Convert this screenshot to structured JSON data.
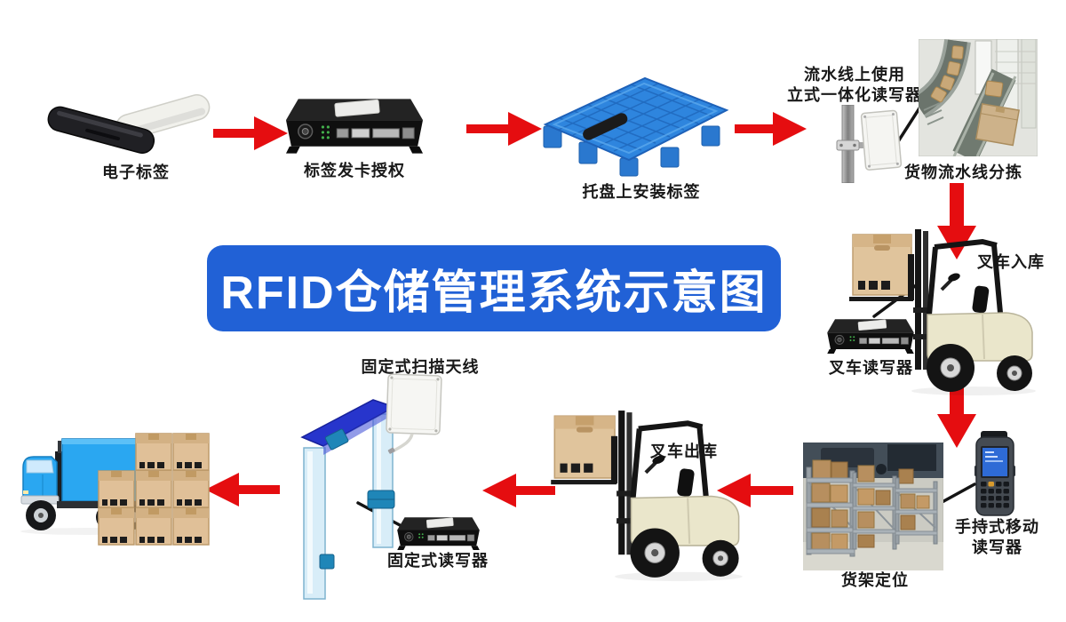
{
  "title": {
    "text": "RFID仓储管理系统示意图"
  },
  "colors": {
    "arrow_red": "#e50d10",
    "banner_background": "#2161d6",
    "banner_text": "#ffffff",
    "label_text": "#191919",
    "pallet_blue": "#2e85de",
    "truck_blue": "#2aa7f1",
    "gate_light_blue": "#d8edf8",
    "gate_beam_blue": "#2735cc",
    "clamp_teal": "#1f86b8",
    "carton_tan": "#e0c098",
    "forklift_body_cream": "#eae6cb",
    "reader_black": "#111111",
    "handheld_screen_blue": "#2e6bd6"
  },
  "nodes": {
    "electronic_tag": {
      "label": "电子标签"
    },
    "tag_issuer": {
      "label": "标签发卡授权"
    },
    "pallet": {
      "label": "托盘上安装标签"
    },
    "inline_reader": {
      "label_line1": "流水线上使用",
      "label_line2": "立式一体化读写器"
    },
    "conveyor_sorting": {
      "label": "货物流水线分拣"
    },
    "forklift_inbound": {
      "label": "叉车入库"
    },
    "forklift_reader": {
      "label": "叉车读写器"
    },
    "handheld_reader": {
      "label_line1": "手持式移动",
      "label_line2": "读写器"
    },
    "shelf_positioning": {
      "label": "货架定位"
    },
    "forklift_outbound": {
      "label": "叉车出库"
    },
    "fixed_antenna": {
      "label": "固定式扫描天线"
    },
    "fixed_reader": {
      "label": "固定式读写器"
    }
  }
}
